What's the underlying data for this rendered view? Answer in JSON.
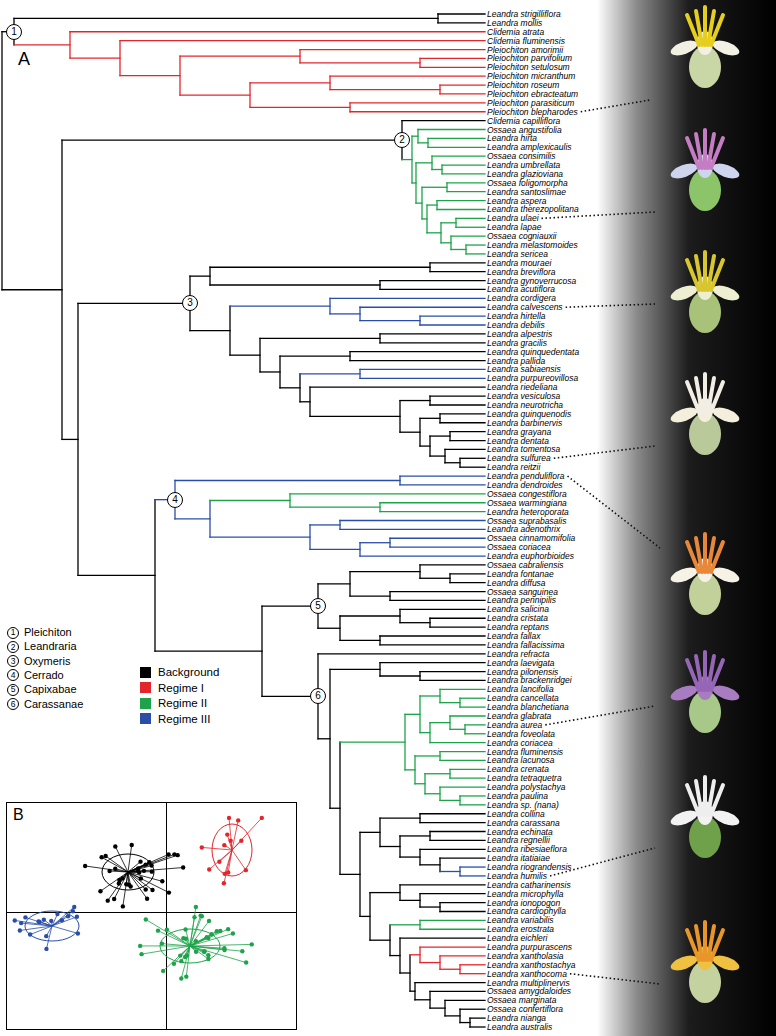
{
  "diagram": {
    "nodes": [
      {
        "text": [
          "1"
        ]
      },
      {
        "text": [
          "2"
        ]
      },
      {
        "text": [
          "3"
        ]
      },
      {
        "text": [
          "4"
        ]
      },
      {
        "text": [
          "5"
        ]
      },
      {
        "text": [
          "6"
        ]
      },
      {
        "text": [
          "1",
          "Pleichiton"
        ]
      },
      {
        "text": [
          "2",
          "Leandraria"
        ]
      },
      {
        "text": [
          "3",
          "Oxymeris"
        ]
      },
      {
        "text": [
          "4",
          "Cerrado"
        ]
      },
      {
        "text": [
          "5",
          "Capixabae"
        ]
      },
      {
        "text": [
          "6",
          "Carassanae"
        ]
      }
    ],
    "labels": [
      "A",
      "Leandra strigilliflora",
      "Leandra mollis",
      "Clidemia atrata",
      "Clidemia fluminensis",
      "Pleiochiton amorimii",
      "Pleiochiton parvifolium",
      "Pleiochiton setulosum",
      "Pleiochiton micranthum",
      "Pleiochiton roseum",
      "Pleiochiton ebracteatum",
      "Pleiochiton parasiticum",
      "Pleiochiton blepharodes",
      "Clidemia capilliflora",
      "Ossaea angustifolia",
      "Leandra hirta",
      "Leandra amplexicaulis",
      "Ossaea consimilis",
      "Leandra umbrellata",
      "Leandra glazioviana",
      "Ossaea foligomorpha",
      "Leandra santoslimae",
      "Leandra aspera",
      "Leandra therezopolitana",
      "Leandra ulaei",
      "Leandra lapae",
      "Ossaea cogniauxii",
      "Leandra melastomoides",
      "Leandra sericea",
      "Leandra mouraei",
      "Leandra breviflora",
      "Leandra gynoverrucosa",
      "Leandra acutiflora",
      "Leandra cordigera",
      "Leandra calvescens",
      "Leandra hirtella",
      "Leandra debilis",
      "Leandra alpestris",
      "Leandra gracilis",
      "Leandra quinquedentata",
      "Leandra pallida",
      "Leandra sabiaensis",
      "Leandra purpureovillosa",
      "Leandra riedeliana",
      "Leandra vesiculosa",
      "Leandra neurotricha",
      "Leandra quinquenodis",
      "Leandra barbinervis",
      "Leandra grayana",
      "Leandra dentata",
      "Leandra tomentosa",
      "Leandra sulfurea",
      "Leandra reitzii",
      "Leandra penduliflora",
      "Leandra dendroides",
      "Ossaea congestiflora",
      "Ossaea warmingiana",
      "Leandra heteroporata",
      "Ossaea suprabasalis",
      "Leandra adenothrix",
      "Ossaea cinnamomifolia",
      "Ossaea coriacea",
      "Leandra euphorbioides",
      "Ossaea cabraliensis",
      "Leandra fontanae",
      "Leandra diffusa",
      "Ossaea sanguinea",
      "Leandra pennipilis",
      "Leandra salicina",
      "Leandra cristata",
      "Leandra reptans",
      "Leandra fallax",
      "Leandra fallacissima",
      "Leandra refracta",
      "Leandra laevigata",
      "Leandra pilonensis",
      "Leandra brackenridgei",
      "Leandra lancifolia",
      "Leandra cancellata",
      "Leandra blanchetiana",
      "Leandra glabrata",
      "Leandra aurea",
      "Leandra foveolata",
      "Leandra coriacea",
      "Leandra fluminensis",
      "Leandra lacunosa",
      "Leandra crenata",
      "Leandra tetraquetra",
      "Leandra polystachya",
      "Leandra paulina",
      "Leandra sp. (nana)",
      "Leandra collina",
      "Leandra carassana",
      "Leandra echinata",
      "Leandra regnellii",
      "Leandra ribesiaeflora",
      "Leandra itatiaiae",
      "Leandra riograndensis",
      "Leandra humilis",
      "Leandra catharinensis",
      "Leandra microphylla",
      "Leandra ionopogon",
      "Leandra cardiophylla",
      "Leandra variabilis",
      "Leandra erostrata",
      "Leandra eichleri",
      "Leandra purpurascens",
      "Leandra xantholasia",
      "Leandra xanthostachya",
      "Leandra xanthocoma",
      "Leandra multiplinervis",
      "Ossaea amygdaloides",
      "Ossaea marginata",
      "Ossaea confertiflora",
      "Leandra nianga",
      "Leandra australis",
      "B"
    ],
    "legend": [
      {
        "text": "Background",
        "color": "#000000"
      },
      {
        "text": "Regime I",
        "color": "#e3262b"
      },
      {
        "text": "Regime II",
        "color": "#1ea34a"
      },
      {
        "text": "Regime III",
        "color": "#2a4ea8"
      }
    ]
  }
}
